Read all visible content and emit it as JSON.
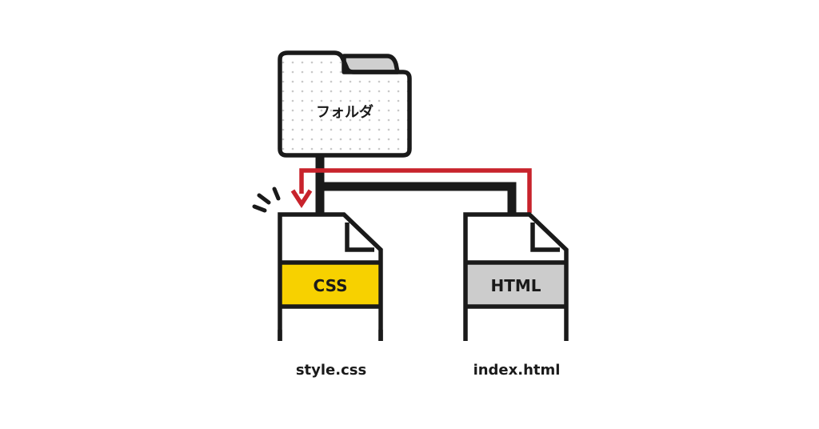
{
  "folder": {
    "label": "フォルダ"
  },
  "files": [
    {
      "type_label": "CSS",
      "filename": "style.css",
      "color": "#f7d100"
    },
    {
      "type_label": "HTML",
      "filename": "index.html",
      "color": "#cccccc"
    }
  ],
  "colors": {
    "stroke": "#1a1a1a",
    "arrow": "#c8232c",
    "folder_dots": "#c8c8c8",
    "folder_tab": "#cfcfcf"
  }
}
